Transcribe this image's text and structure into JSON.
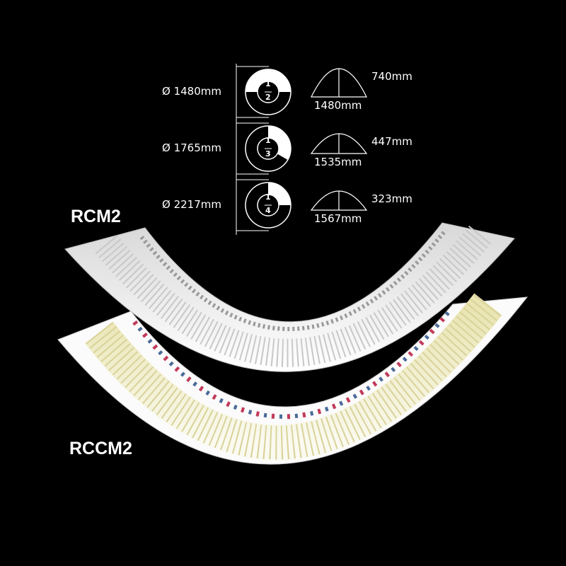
{
  "products": [
    {
      "code": "RCM2",
      "style": "white"
    },
    {
      "code": "RCCM2",
      "style": "colored"
    }
  ],
  "specs": [
    {
      "diameter": "Ø 1480mm",
      "fraction_num": "1",
      "fraction_den": "2",
      "fraction": 0.5,
      "chord": "1480mm",
      "height": "740mm"
    },
    {
      "diameter": "Ø 1765mm",
      "fraction_num": "1",
      "fraction_den": "3",
      "fraction": 0.3333,
      "chord": "1535mm",
      "height": "447mm"
    },
    {
      "diameter": "Ø 2217mm",
      "fraction_num": "1",
      "fraction_den": "4",
      "fraction": 0.25,
      "chord": "1567mm",
      "height": "323mm"
    }
  ],
  "colors": {
    "background": "#000000",
    "molding": "#f2f2f2",
    "accent_gold": "#e8e2a0"
  }
}
